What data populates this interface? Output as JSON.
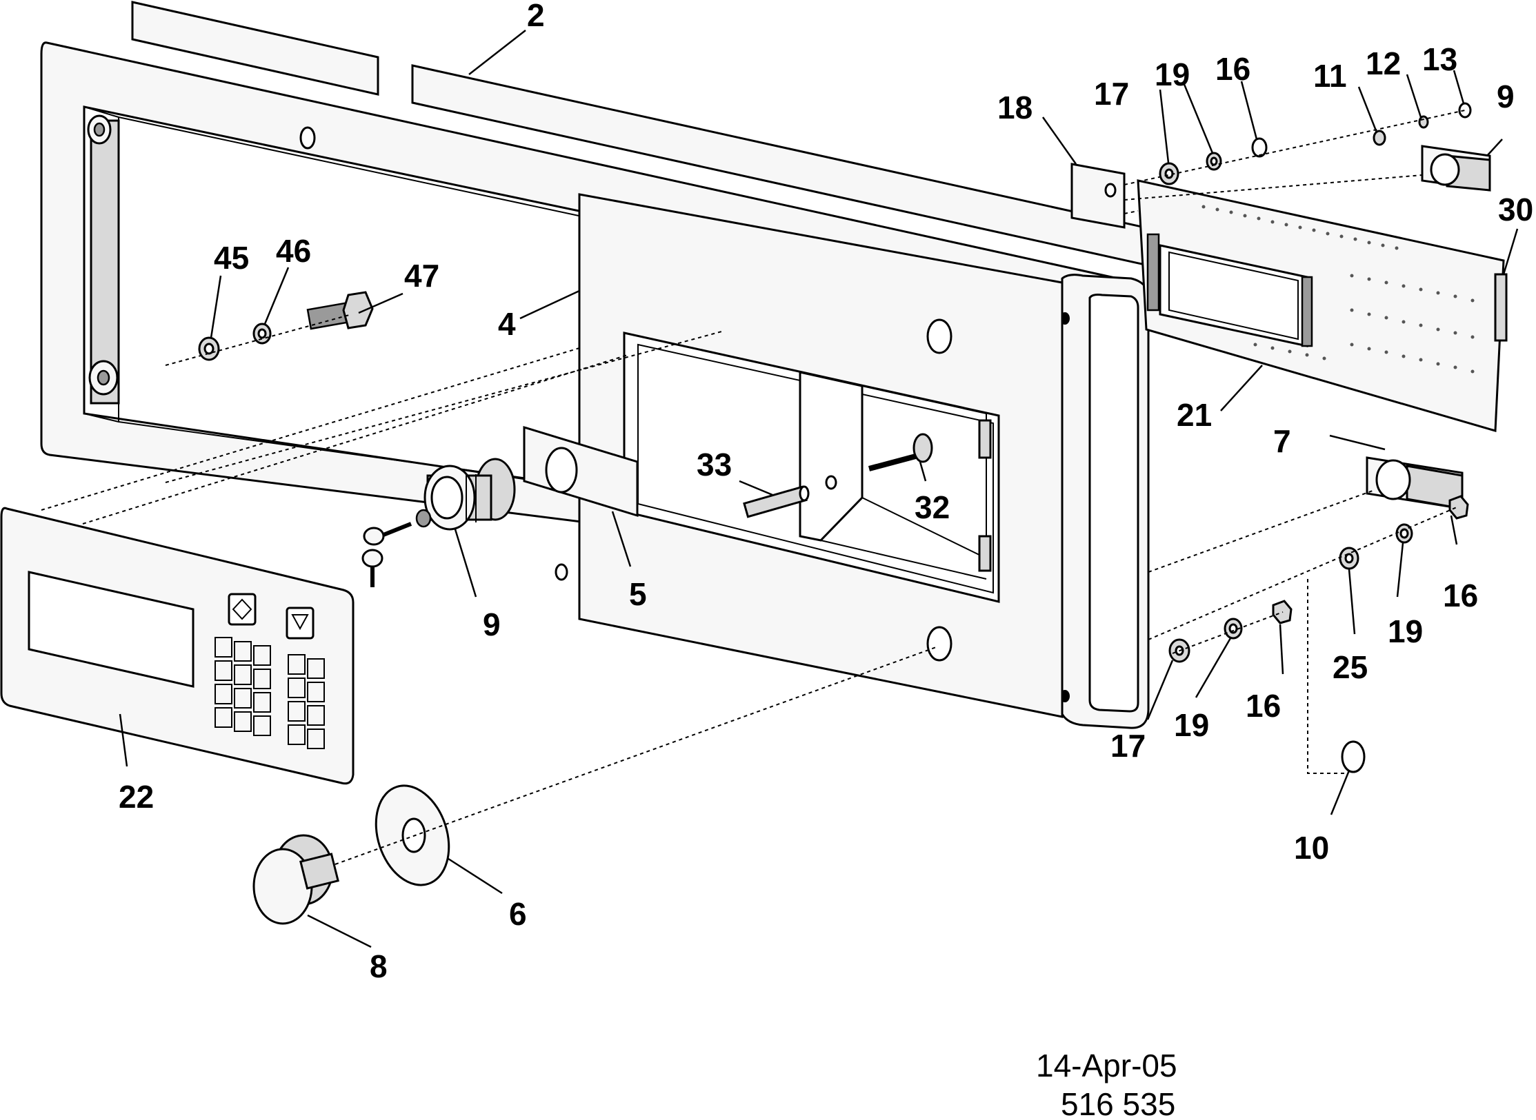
{
  "callouts": {
    "c2": "2",
    "c4": "4",
    "c5": "5",
    "c6": "6",
    "c7": "7",
    "c8": "8",
    "c9_left": "9",
    "c9_right": "9",
    "c10": "10",
    "c11": "11",
    "c12": "12",
    "c13": "13",
    "c16_top": "16",
    "c16_right": "16",
    "c16_bottom": "16",
    "c17_top": "17",
    "c17_bottom": "17",
    "c18": "18",
    "c19_top": "19",
    "c19_right": "19",
    "c19_bottom": "19",
    "c21": "21",
    "c22": "22",
    "c25": "25",
    "c30": "30",
    "c32": "32",
    "c33": "33",
    "c45": "45",
    "c46": "46",
    "c47": "47"
  },
  "footer": {
    "date": "14-Apr-05",
    "drawing_number": "516 535"
  }
}
